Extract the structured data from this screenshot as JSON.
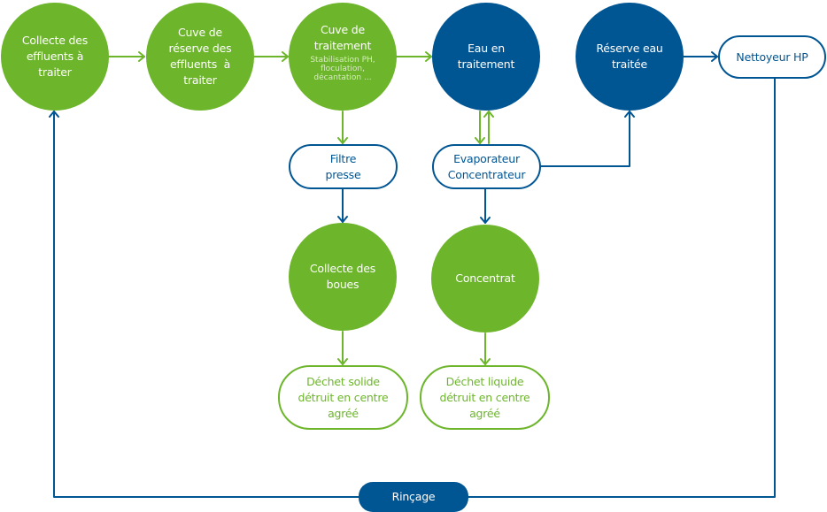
{
  "colors": {
    "green": "#6db52b",
    "blue": "#005593",
    "background": "#ffffff"
  },
  "nodes": {
    "collecte_effluents": {
      "lines": [
        "Collecte des",
        "effluents à",
        "traiter"
      ]
    },
    "cuve_reserve": {
      "lines": [
        "Cuve de",
        "réserve des",
        "effluents  à",
        "traiter"
      ]
    },
    "cuve_traitement": {
      "lines": [
        "Cuve de",
        "traitement"
      ],
      "sub_lines": [
        "Stabilisation PH,",
        "floculation,",
        "décantation ..."
      ]
    },
    "eau_traitement": {
      "lines": [
        "Eau en",
        "traitement"
      ]
    },
    "reserve_eau_traitee": {
      "lines": [
        "Réserve eau",
        "traitée"
      ]
    },
    "nettoyeur_hp": {
      "lines": [
        "Nettoyeur HP"
      ]
    },
    "filtre_presse": {
      "lines": [
        "Filtre",
        "presse"
      ]
    },
    "evaporateur": {
      "lines": [
        "Evaporateur",
        "Concentrateur"
      ]
    },
    "collecte_boues": {
      "lines": [
        "Collecte des",
        "boues"
      ]
    },
    "concentrat": {
      "lines": [
        "Concentrat"
      ]
    },
    "dechet_solide": {
      "lines": [
        "Déchet solide",
        "détruit en centre",
        "agréé"
      ]
    },
    "dechet_liquide": {
      "lines": [
        "Déchet liquide",
        "détruit en centre",
        "agréé"
      ]
    },
    "rincage": {
      "lines": [
        "Rinçage"
      ]
    }
  },
  "edges": [
    {
      "from": "collecte_effluents",
      "to": "cuve_reserve",
      "color": "green"
    },
    {
      "from": "cuve_reserve",
      "to": "cuve_traitement",
      "color": "green"
    },
    {
      "from": "cuve_traitement",
      "to": "eau_traitement",
      "color": "green"
    },
    {
      "from": "reserve_eau_traitee",
      "to": "nettoyeur_hp",
      "color": "blue"
    },
    {
      "from": "cuve_traitement",
      "to": "filtre_presse",
      "color": "green"
    },
    {
      "from": "filtre_presse",
      "to": "collecte_boues",
      "color": "blue"
    },
    {
      "from": "eau_traitement",
      "to": "evaporateur",
      "color": "green"
    },
    {
      "from": "evaporateur",
      "to": "eau_traitement",
      "color": "green"
    },
    {
      "from": "evaporateur",
      "to": "reserve_eau_traitee",
      "color": "blue"
    },
    {
      "from": "evaporateur",
      "to": "concentrat",
      "color": "blue"
    },
    {
      "from": "collecte_boues",
      "to": "dechet_solide",
      "color": "green"
    },
    {
      "from": "concentrat",
      "to": "dechet_liquide",
      "color": "green"
    },
    {
      "from": "nettoyeur_hp",
      "to": "rincage",
      "color": "blue"
    },
    {
      "from": "rincage",
      "to": "collecte_effluents",
      "color": "blue"
    }
  ]
}
